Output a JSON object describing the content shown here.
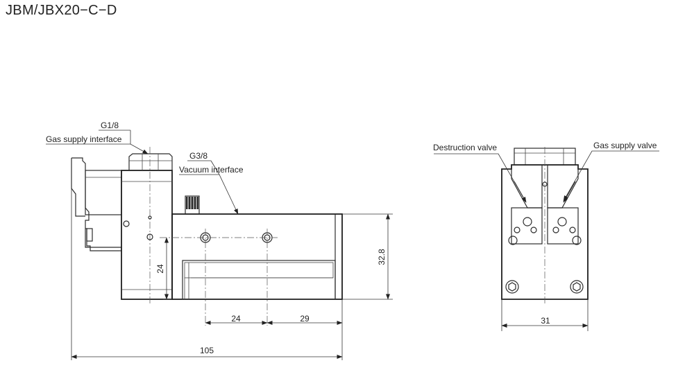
{
  "title": "JBM/JBX20−C−D",
  "labels": {
    "gas_supply_thread": "G1/8",
    "gas_supply_interface": "Gas supply interface",
    "vacuum_thread": "G3/8",
    "vacuum_interface": "Vacuum interface",
    "destruction_valve": "Destruction valve",
    "gas_supply_valve": "Gas supply valve"
  },
  "dimensions": {
    "height_32_8": "32.8",
    "height_24": "24",
    "hole_pitch_24": "24",
    "end_29": "29",
    "overall_length_105": "105",
    "width_31": "31"
  }
}
